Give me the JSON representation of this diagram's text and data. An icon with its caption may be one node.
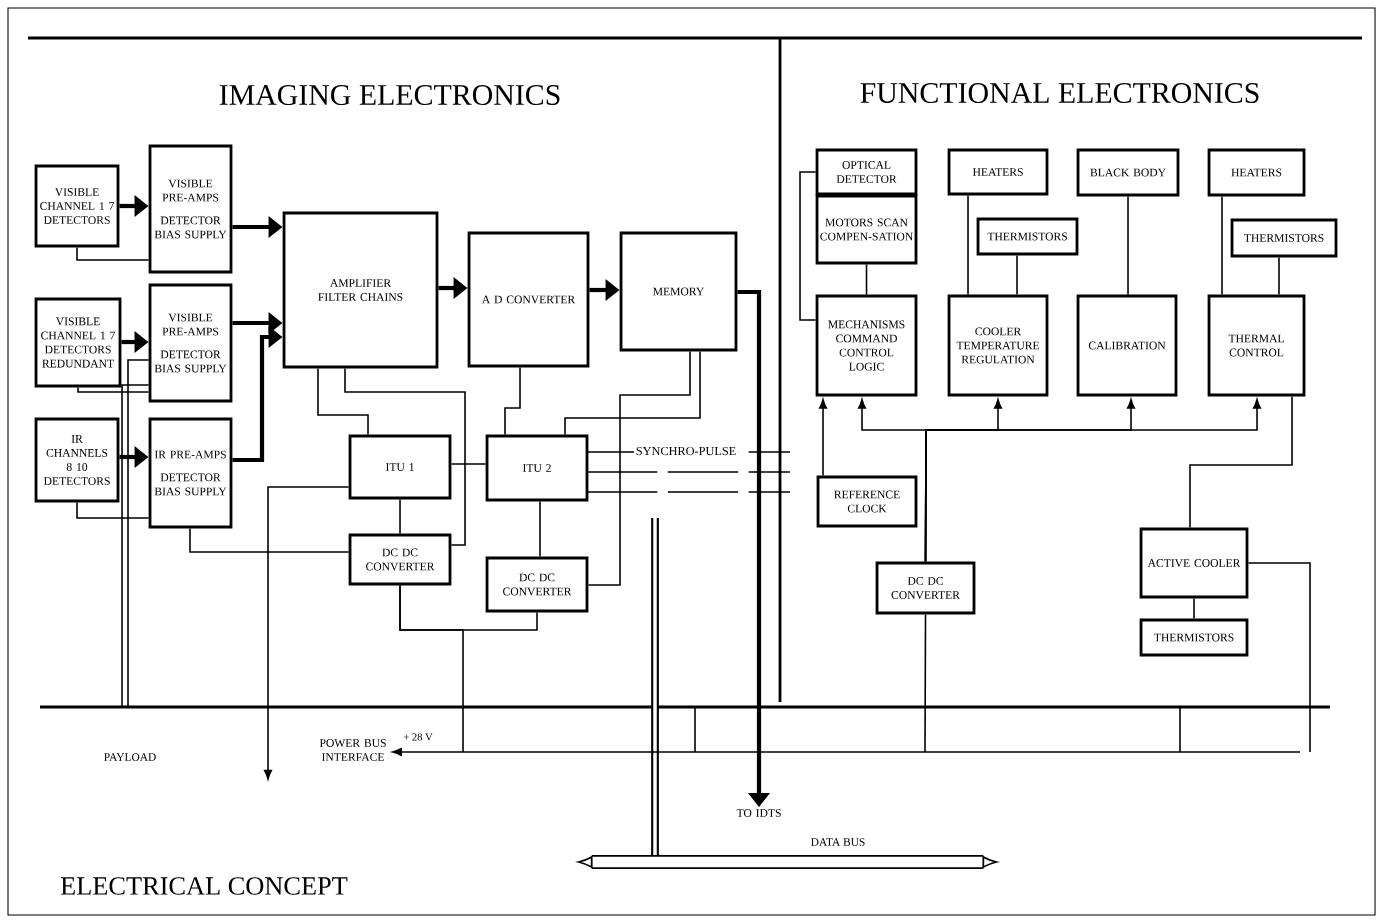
{
  "diagram": {
    "caption": "ELECTRICAL CONCEPT",
    "nodes": [
      {
        "text": [
          "VISIBLE CHANNEL 1 7 DETECTORS"
        ]
      },
      {
        "text": [
          "VISIBLE PRE-AMPS",
          "DETECTOR BIAS SUPPLY"
        ]
      },
      {
        "text": [
          "VISIBLE CHANNEL 1 7 DETECTORS REDUNDANT"
        ]
      },
      {
        "text": [
          "VISIBLE PRE-AMPS",
          "DETECTOR BIAS SUPPLY"
        ]
      },
      {
        "text": [
          "IR CHANNELS 8 10 DETECTORS"
        ]
      },
      {
        "text": [
          "IR PRE-AMPS",
          "DETECTOR BIAS SUPPLY"
        ]
      },
      {
        "text": [
          "AMPLIFIER FILTER CHAINS"
        ]
      },
      {
        "text": [
          "A D CONVERTER"
        ]
      },
      {
        "text": [
          "MEMORY"
        ]
      },
      {
        "text": [
          "ITU 1"
        ]
      },
      {
        "text": [
          "ITU 2"
        ]
      },
      {
        "text": [
          "DC DC CONVERTER"
        ]
      },
      {
        "text": [
          "DC DC CONVERTER"
        ]
      },
      {
        "text": [
          "OPTICAL DETECTOR"
        ]
      },
      {
        "text": [
          "MOTORS SCAN COMPEN-SATION"
        ]
      },
      {
        "text": [
          "HEATERS"
        ]
      },
      {
        "text": [
          "THERMISTORS"
        ]
      },
      {
        "text": [
          "BLACK BODY"
        ]
      },
      {
        "text": [
          "HEATERS"
        ]
      },
      {
        "text": [
          "THERMISTORS"
        ]
      },
      {
        "text": [
          "MECHANISMS COMMAND CONTROL LOGIC"
        ]
      },
      {
        "text": [
          "COOLER TEMPERATURE REGULATION"
        ]
      },
      {
        "text": [
          "CALIBRATION"
        ]
      },
      {
        "text": [
          "THERMAL CONTROL"
        ]
      },
      {
        "text": [
          "REFERENCE CLOCK"
        ]
      },
      {
        "text": [
          "DC DC CONVERTER"
        ]
      },
      {
        "text": [
          "ACTIVE COOLER"
        ]
      },
      {
        "text": [
          "THERMISTORS"
        ]
      },
      {
        "text": [
          "POWER BUS INTERFACE"
        ]
      },
      {
        "text": [
          "TO IDTS"
        ]
      }
    ],
    "edges": [
      {
        "from": 0,
        "to": 1,
        "arrow": "to",
        "style": "thick"
      },
      {
        "from": 0,
        "to": 1,
        "arrow": "none"
      },
      {
        "from": 2,
        "to": 3,
        "arrow": "to",
        "style": "thick"
      },
      {
        "from": 2,
        "to": 3,
        "arrow": "none"
      },
      {
        "from": 4,
        "to": 5,
        "arrow": "to",
        "style": "thick"
      },
      {
        "from": 4,
        "to": 5,
        "arrow": "none"
      },
      {
        "from": 1,
        "to": 6,
        "arrow": "to",
        "style": "thick"
      },
      {
        "from": 3,
        "to": 6,
        "arrow": "to",
        "style": "thick"
      },
      {
        "from": 5,
        "to": 6,
        "arrow": "to",
        "style": "thick"
      },
      {
        "from": 6,
        "to": 7,
        "arrow": "to",
        "style": "thick"
      },
      {
        "from": 7,
        "to": 8,
        "arrow": "to",
        "style": "thick"
      },
      {
        "from": 6,
        "to": 9,
        "arrow": "none"
      },
      {
        "from": 7,
        "to": 10,
        "arrow": "none"
      },
      {
        "from": 8,
        "to": 10,
        "arrow": "none"
      },
      {
        "from": 9,
        "to": 10,
        "arrow": "none"
      },
      {
        "from": 9,
        "to": 11,
        "arrow": "none"
      },
      {
        "from": 10,
        "to": 12,
        "arrow": "none"
      },
      {
        "from": 8,
        "to": 29,
        "arrow": "to",
        "style": "thick"
      },
      {
        "from": 13,
        "to": 20,
        "arrow": "none"
      },
      {
        "from": 14,
        "to": 20,
        "arrow": "none"
      },
      {
        "from": 15,
        "to": 21,
        "arrow": "none"
      },
      {
        "from": 16,
        "to": 21,
        "arrow": "none"
      },
      {
        "from": 17,
        "to": 22,
        "arrow": "none"
      },
      {
        "from": 18,
        "to": 23,
        "arrow": "none"
      },
      {
        "from": 19,
        "to": 23,
        "arrow": "none"
      },
      {
        "from": 24,
        "to": 20,
        "arrow": "to"
      },
      {
        "from": 25,
        "to": 20,
        "arrow": "to"
      },
      {
        "from": 25,
        "to": 21,
        "arrow": "to"
      },
      {
        "from": 25,
        "to": 22,
        "arrow": "to"
      },
      {
        "from": 25,
        "to": 23,
        "arrow": "to"
      },
      {
        "from": 26,
        "to": 27,
        "arrow": "none"
      },
      {
        "from": 26,
        "to": 23,
        "arrow": "none"
      },
      {
        "from": 9,
        "to": null,
        "arrow": "to"
      },
      {
        "from": null,
        "to": 28,
        "arrow": "to",
        "label": "+ 28 V"
      },
      {
        "from": 5,
        "to": 11,
        "arrow": "none"
      },
      {
        "from": 11,
        "to": 12,
        "arrow": "none"
      },
      {
        "from": 11,
        "to": null,
        "arrow": "none"
      },
      {
        "from": 25,
        "to": null,
        "arrow": "none"
      },
      {
        "from": 8,
        "to": 12,
        "arrow": "none"
      },
      {
        "from": 11,
        "to": 6,
        "arrow": "none"
      },
      {
        "from": 3,
        "to": null,
        "arrow": "none"
      },
      {
        "from": 3,
        "to": null,
        "arrow": "none"
      },
      {
        "from": 26,
        "to": null,
        "arrow": "none"
      }
    ],
    "labels": [
      "IMAGING ELECTRONICS",
      "FUNCTIONAL ELECTRONICS",
      "SYNCHRO-PULSE",
      "PAYLOAD",
      "DATA BUS"
    ]
  }
}
